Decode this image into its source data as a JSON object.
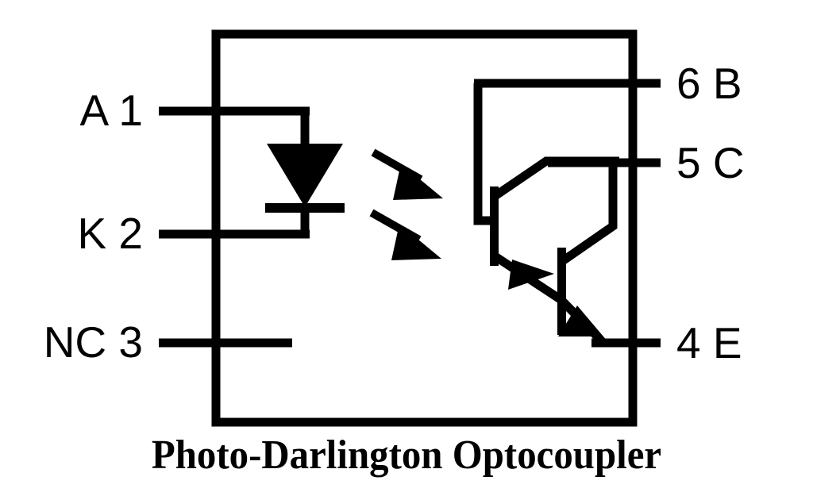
{
  "figure": {
    "title": "Photo-Darlington Optocoupler",
    "caption": "Photo-Darlington Optocoupler",
    "device_type": "photo-darlington optocoupler",
    "package_outline": "rectangle",
    "line_color": "#000000",
    "background_color": "#ffffff"
  },
  "pins": {
    "left": [
      {
        "name": "A",
        "number": "1",
        "label": "A 1",
        "function": "LED anode"
      },
      {
        "name": "K",
        "number": "2",
        "label": "K 2",
        "function": "LED cathode"
      },
      {
        "name": "NC",
        "number": "3",
        "label": "NC 3",
        "function": "no connection"
      }
    ],
    "right": [
      {
        "number": "6",
        "name": "B",
        "label": "6 B",
        "function": "base"
      },
      {
        "number": "5",
        "name": "C",
        "label": "5 C",
        "function": "collector"
      },
      {
        "number": "4",
        "name": "E",
        "label": "4 E",
        "function": "emitter"
      }
    ]
  },
  "symbols": {
    "led": {
      "name": "light-emitting-diode",
      "anode_pin": "1",
      "cathode_pin": "2",
      "fill": "solid"
    },
    "light_arrows": {
      "name": "optical-coupling-arrows",
      "count": 2,
      "direction": "down-right"
    },
    "transistor_q1": {
      "name": "photo-darlington-input-transistor",
      "type": "NPN"
    },
    "transistor_q2": {
      "name": "photo-darlington-output-transistor",
      "type": "NPN"
    }
  }
}
